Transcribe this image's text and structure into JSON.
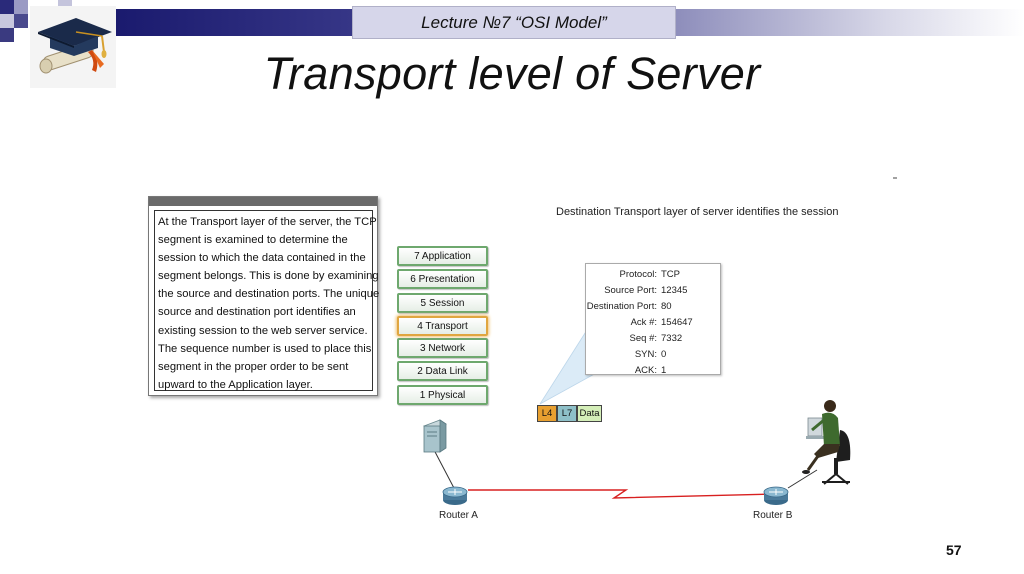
{
  "header": {
    "lecture_label": "Lecture  №7 “OSI Model”",
    "slide_title": "Transport level of Server"
  },
  "text_box": {
    "lines": [
      "At the Transport layer of the server, the TCP",
      "segment is examined to determine the",
      "session to which the data contained in the",
      "segment belongs. This is done by examining",
      "the source and destination ports. The unique",
      "source and destination port identifies an",
      "existing session to the web server service.",
      "The sequence number is used to place this",
      "segment in the proper order to be sent",
      "upward to the Application layer."
    ]
  },
  "osi_layers": [
    "7 Application",
    "6 Presentation",
    "5 Session",
    "4 Transport",
    "3 Network",
    "2 Data Link",
    "1 Physical"
  ],
  "highlighted_layer": "4 Transport",
  "diagram_caption": "Destination Transport layer of server identifies the session",
  "segment_info": [
    {
      "key": "Protocol:",
      "value": "TCP"
    },
    {
      "key": "Source Port:",
      "value": "12345"
    },
    {
      "key": "Destination Port:",
      "value": "80"
    },
    {
      "key": "Ack #:",
      "value": "154647"
    },
    {
      "key": "Seq #:",
      "value": "7332"
    },
    {
      "key": "SYN:",
      "value": "0"
    },
    {
      "key": "ACK:",
      "value": "1"
    }
  ],
  "pdu": [
    {
      "label": "L4",
      "color": "#e8a030"
    },
    {
      "label": "L7",
      "color": "#8ec0c8"
    },
    {
      "label": "Data",
      "color": "#d4eeb8"
    }
  ],
  "routers": {
    "router_a": "Router A",
    "router_b": "Router B"
  },
  "link_color": "#d82020",
  "page_number": "57"
}
